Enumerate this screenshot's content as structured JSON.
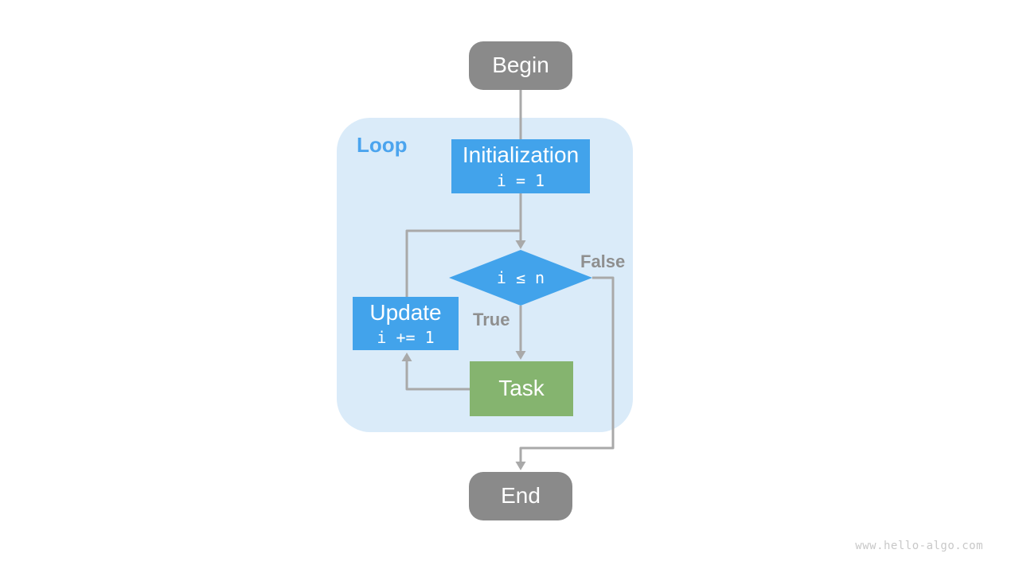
{
  "watermark": "www.hello-algo.com",
  "diagram": {
    "loop_label": "Loop",
    "nodes": {
      "begin": {
        "label": "Begin"
      },
      "initialization": {
        "label": "Initialization",
        "code": "i = 1"
      },
      "condition": {
        "label": "i ≤ n"
      },
      "update": {
        "label": "Update",
        "code": "i += 1"
      },
      "task": {
        "label": "Task"
      },
      "end": {
        "label": "End"
      }
    },
    "edge_labels": {
      "true": "True",
      "false": "False"
    },
    "colors": {
      "process_fill": "#42A3EB",
      "task_fill": "#85B46F",
      "terminal_fill": "#8A8A8A",
      "loop_container_fill": "#DAEBF9",
      "loop_label_color": "#4BA4EE",
      "arrow_color": "#A9A9A9",
      "edge_label_color": "#8F8F8F",
      "node_text_color": "#FFFFFF",
      "watermark_color": "#C8C8C8"
    }
  }
}
